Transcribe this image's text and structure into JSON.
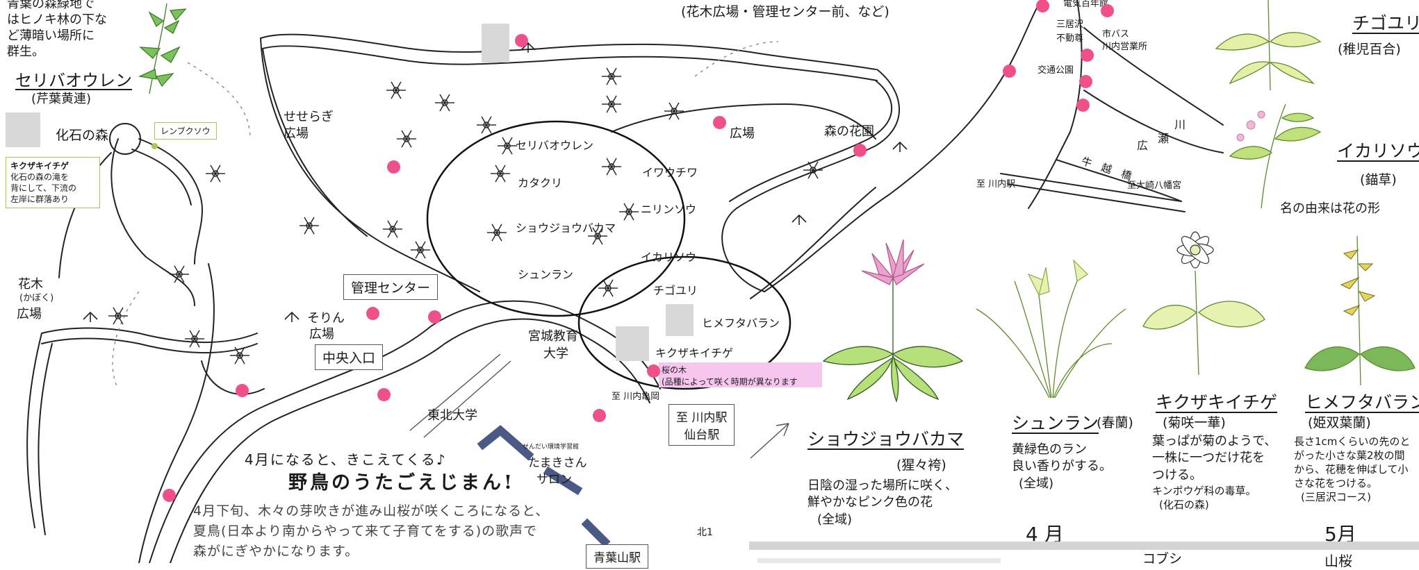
{
  "map": {
    "intro_lines": [
      "青葉の森緑地で",
      "はヒノキ林の下な",
      "ど薄暗い場所に",
      "群生。"
    ],
    "top_notes": [
      "(花木広場・管理センター前、など)"
    ],
    "places": {
      "kaseki": "化石の森",
      "seseragi": "せせらぎ",
      "seseragi2": "広場",
      "kaboku": "花木",
      "kaboku_reading": "(かぼく)",
      "kaboku2": "広場",
      "sorin": "そりん",
      "sorin2": "広場",
      "hiroba": "広場",
      "mori_kaen": "森の花園",
      "miyagi_edu1": "宮城教育",
      "miyagi_edu2": "大学",
      "tohoku": "東北大学",
      "to_kameoka": "至 川内亀岡",
      "to_kawauchi_st": "至 川内駅",
      "usigoe": "牛　越　橋",
      "to_osaki": "至大崎八幡宮",
      "hirose1": "川",
      "hirose2": "広",
      "hirose3": "瀬",
      "sanikyozawa": "三居沢",
      "fudoson": "不動尊",
      "kotsu": "交通公園",
      "bus1": "市バス",
      "bus2": "川内営業所",
      "denryoku": "電気百年館",
      "salon_small": "せんだい環境学習館",
      "salon1": "たまきさん",
      "salon2": "サロン",
      "north1": "北1"
    },
    "boxes": {
      "center": "管理センター",
      "entrance": "中央入口",
      "to_station1": "至 川内駅",
      "to_station2": "仙台駅",
      "aobayama": "青葉山駅",
      "renbu": "レンブクソウ"
    },
    "kikuzaki_note": {
      "title": "キクザキイチゲ",
      "lines": [
        "化石の森の滝を",
        "背にして、下流の",
        "左岸に群落あり"
      ]
    },
    "seriba": {
      "name": "セリバオウレン",
      "reading": "(芹葉黄連)"
    },
    "legend": {
      "left": [
        "セリバオウレン",
        "カタクリ",
        "ショウジョウバカマ",
        "シュンラン"
      ],
      "right": [
        "イワウチワ",
        "ニリンソウ",
        "イカリソウ"
      ],
      "lower": [
        "チゴユリ",
        "ヒメフタバラン",
        "キクザキイチゲ"
      ]
    },
    "sakura": {
      "label": "桜の木",
      "note": "(品種によって咲く時期が異なります"
    },
    "birds": {
      "kicker": "4月になると、きこえてくる♪",
      "headline": "野鳥のうたごえじまん!",
      "lines": [
        "4月下旬、木々の芽吹きが進み山桜が咲くころになると、",
        "夏鳥(日本より南からやって来て子育てをする)の歌声で",
        "森がにぎやかになります。"
      ]
    }
  },
  "species": {
    "shojo": {
      "name": "ショウジョウバカマ",
      "reading": "(猩々袴)",
      "desc": [
        "日陰の湿った場所に咲く、",
        "鮮やかなピンク色の花"
      ],
      "loc": "(全域)"
    },
    "shunran": {
      "name": "シュンラン",
      "reading": "(春蘭)",
      "desc": [
        "黄緑色のラン",
        "良い香りがする。"
      ],
      "loc": "(全域)"
    },
    "kikuzaki": {
      "name": "キクザキイチゲ",
      "reading": "(菊咲一華)",
      "desc": [
        "葉っぱが菊のようで、",
        "一株に一つだけ花を",
        "つける。"
      ],
      "extra": "キンポウゲ科の毒草。",
      "loc": "(化石の森)"
    },
    "hime": {
      "name": "ヒメフタバラン",
      "reading": "(姫双葉蘭)",
      "desc": [
        "長さ1cmくらいの先のと",
        "がった小さな葉2枚の間",
        "から、花穂を伸ばして小",
        "さな花をつける。"
      ],
      "loc": "(三居沢コース)"
    },
    "chigo": {
      "name": "チゴユリ",
      "reading": "(稚児百合)"
    },
    "ikari": {
      "name": "イカリソウ",
      "reading": "(錨草)",
      "desc": "名の由来は花の形"
    }
  },
  "months": {
    "april": "4 月",
    "may": "5月"
  },
  "bottom_labels": {
    "kobushi": "コブシ",
    "yamazakura": "山桜"
  },
  "colors": {
    "pink_dot": "#f0508a",
    "leaf_green": "#7ac25a",
    "flower_pink": "#e58fc0",
    "navy": "#4a5a85",
    "banner_pink": "#f6c6ef"
  }
}
